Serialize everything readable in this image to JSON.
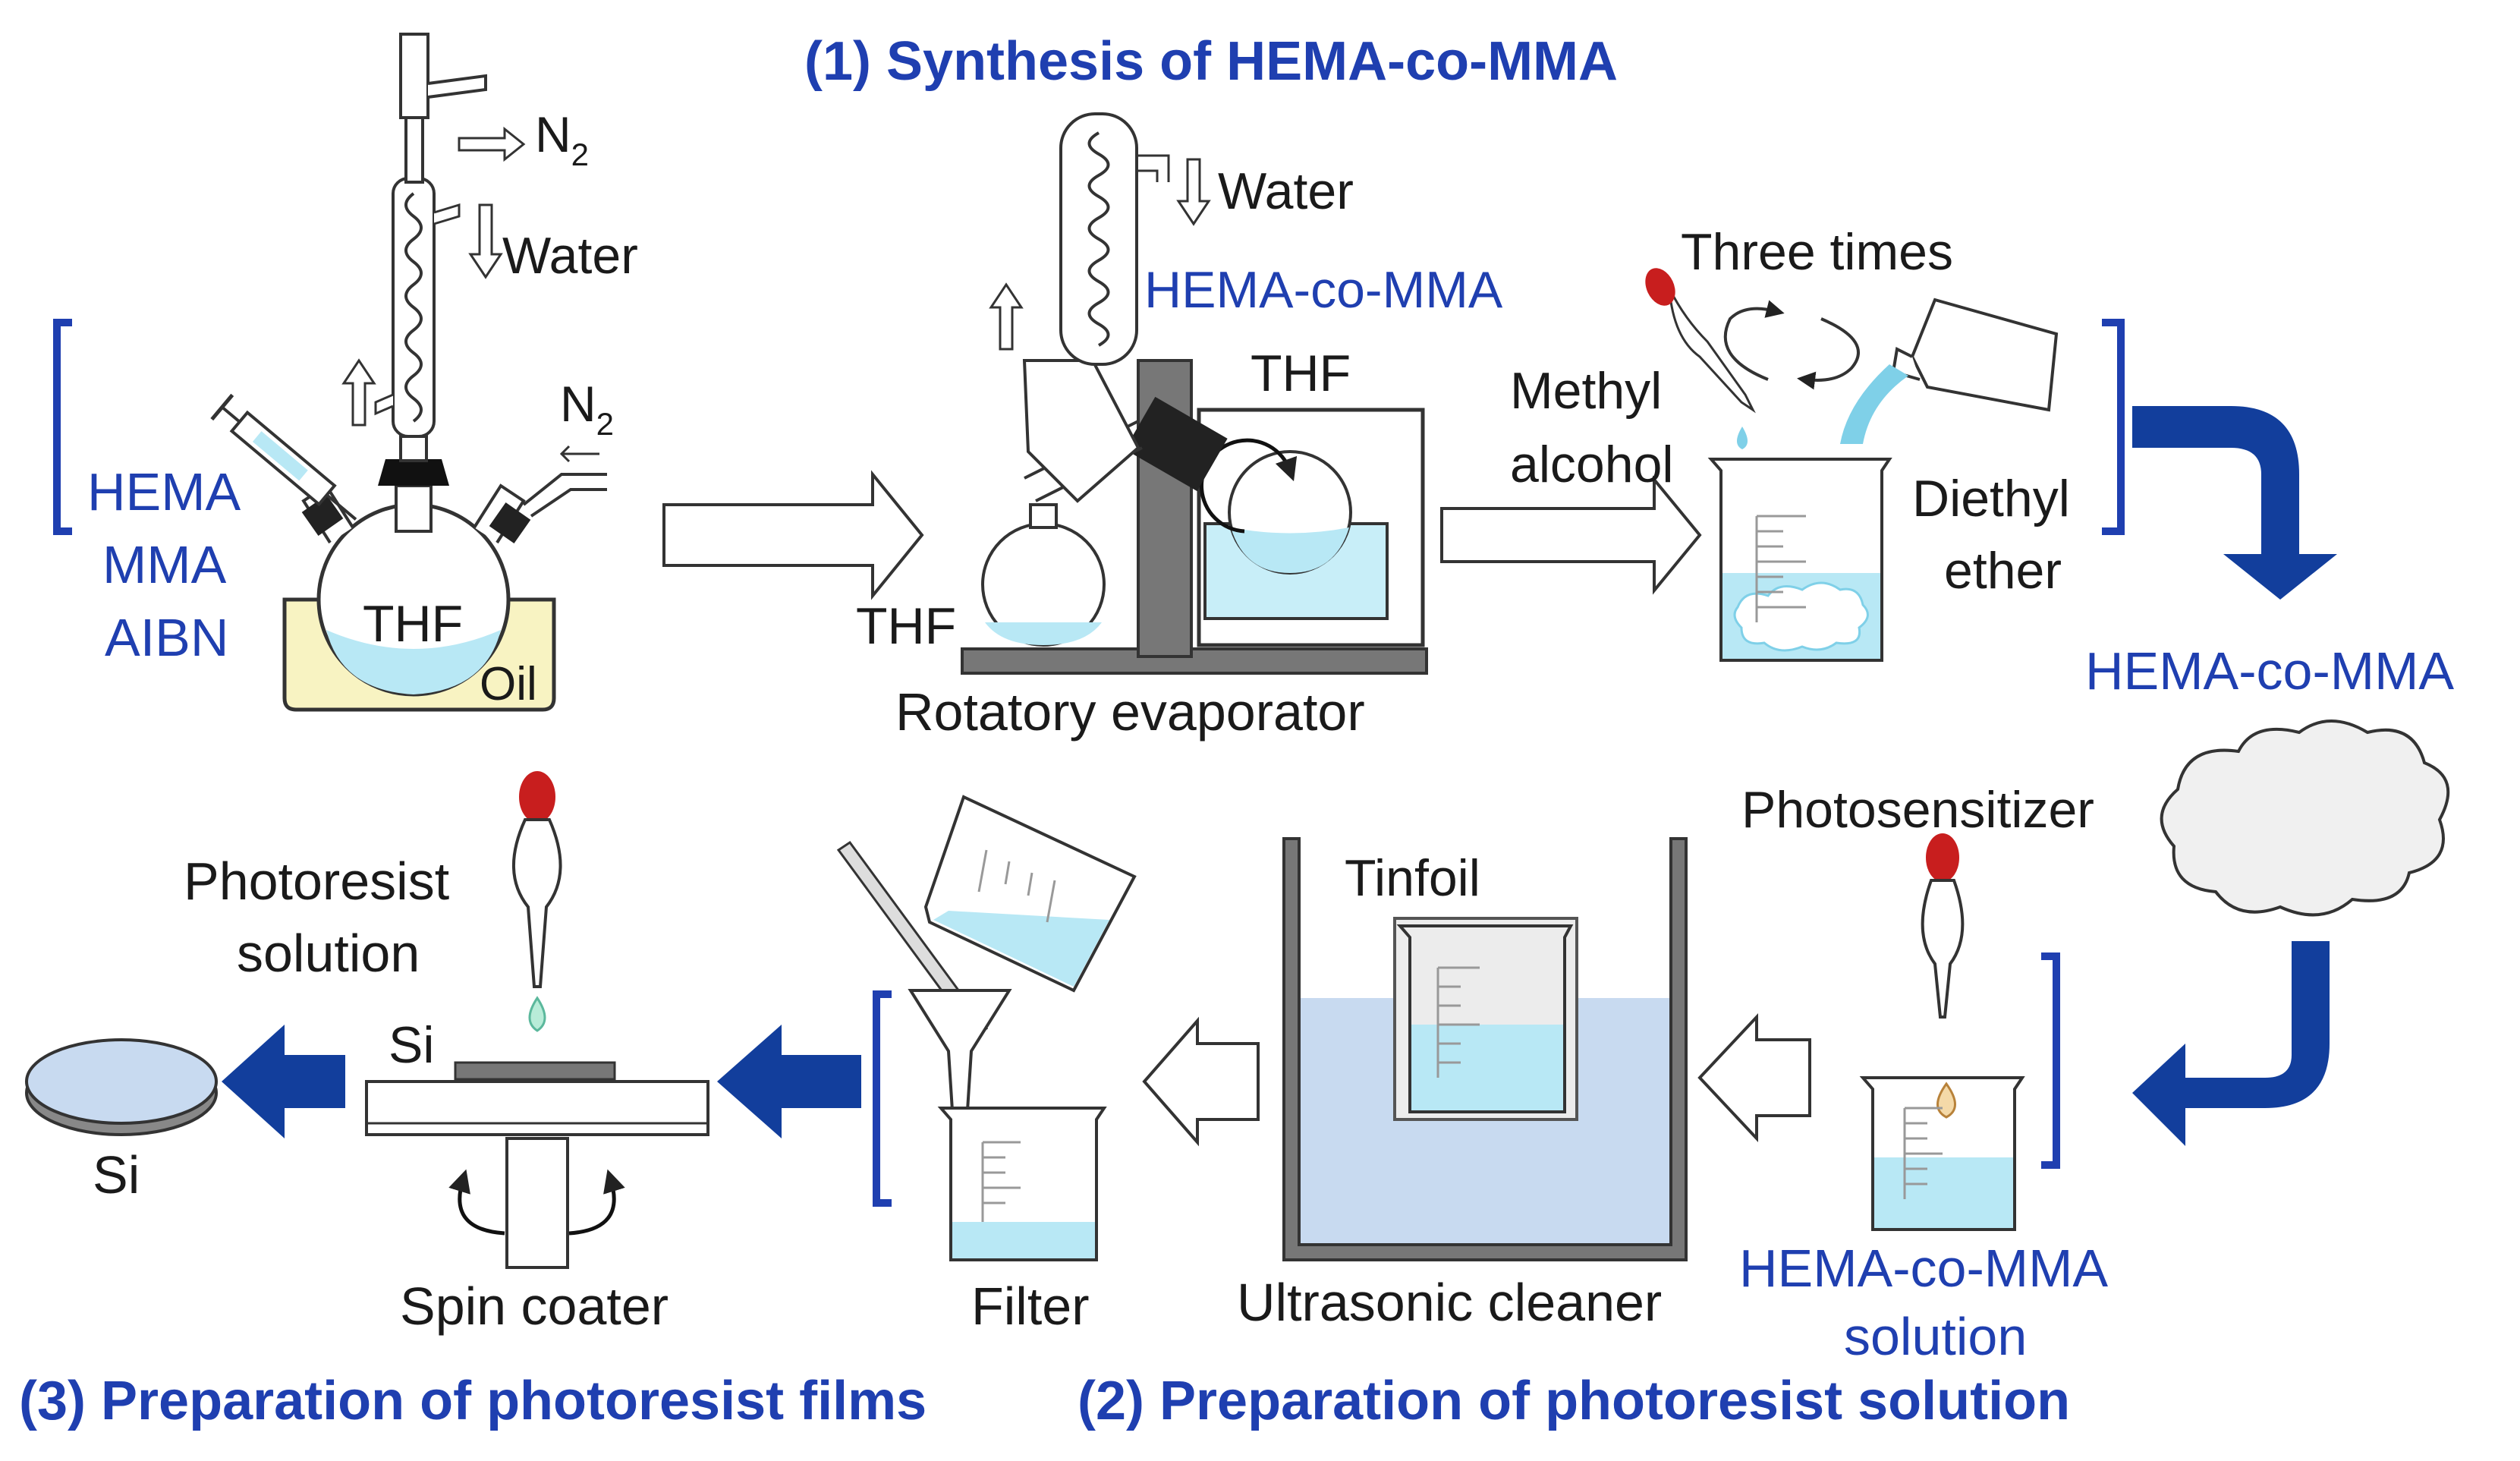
{
  "headers": {
    "step1": "(1) Synthesis of HEMA-co-MMA",
    "step2": "(2) Preparation of photoresist solution",
    "step3": "(3) Preparation of photoresist films"
  },
  "step1": {
    "reagents": [
      "HEMA",
      "MMA",
      "AIBN"
    ],
    "n2_top": "N",
    "n2_top_sub": "2",
    "n2_side": "N",
    "n2_side_sub": "2",
    "water_1": "Water",
    "thf_flask": "THF",
    "oil": "Oil",
    "water_2": "Water",
    "product_in_evap": "HEMA-co-MMA",
    "thf_bath": "THF",
    "thf_collect": "THF",
    "evaporator": "Rotatory evaporator",
    "three_times": "Three times",
    "methyl_alcohol_1": "Methyl",
    "methyl_alcohol_2": "alcohol",
    "diethyl_ether_1": "Diethyl",
    "diethyl_ether_2": "ether",
    "product": "HEMA-co-MMA"
  },
  "step2": {
    "photosensitizer": "Photosensitizer",
    "solution_1": "HEMA-co-MMA",
    "solution_2": "solution",
    "tinfoil": "Tinfoil",
    "cleaner": "Ultrasonic cleaner",
    "filter": "Filter"
  },
  "step3": {
    "photoresist_1": "Photoresist",
    "photoresist_2": "solution",
    "si_coater": "Si",
    "spin_coater": "Spin coater",
    "si_wafer": "Si"
  },
  "colors": {
    "header_blue": "#1f3fb0",
    "arrow_blue": "#123e9c",
    "liquid": "#b8e8f5",
    "oil": "#f8f3c2",
    "cleaner_water": "#c8daf0"
  }
}
